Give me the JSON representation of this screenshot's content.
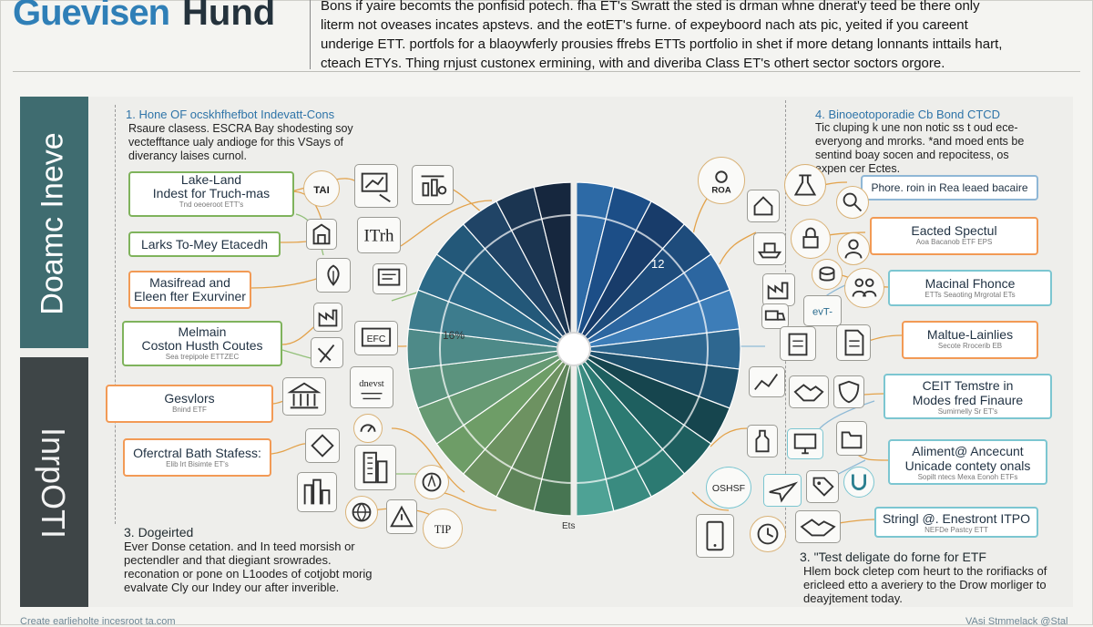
{
  "header": {
    "brand_part1": "Guevisen",
    "brand_part2": "Hund",
    "intro_lines": [
      "Bons if yaire becomts the ponfisid potech. fha ET's Swratt the sted is drman whne dnerat'y teed be there only",
      "literm not oveases incates apstevs. and the eotET's furne. of expeyboord nach ats pic, yeited if you careent",
      "underige ETT. portfols for a blaoywferly prousies ffrebs ETTs portfolio in shet if more detang lonnants inttails hart,",
      "cteach ETYs. Thing rnjust custonex ermining, with and diveriba Class ET's othert sector soctors orgore."
    ]
  },
  "side_labels": {
    "top": "Doamc Ineve",
    "bottom": "InrpOTI"
  },
  "left_section": {
    "heading": "1. Hone OF ocskhfhefbot Indevatt-Cons",
    "body": [
      "Rsaure clasess. ESCRA Bay shodesting soy",
      "vectefftance ualy andioge for this VSays of",
      "diverancy laises curnol."
    ]
  },
  "right_section": {
    "heading": "4. Binoeotoporadie Cb Bond CTCD",
    "body": [
      "Tic cluping k une non notic ss t oud ece-",
      "everyong and mrorks. *and moed ents be",
      "sentind boay socen and repocitess, os",
      "expen cer Ectes."
    ]
  },
  "left_boxes": [
    {
      "title": "Lake-Land",
      "title2": "Indest for Truch-mas",
      "sub": "Tnd oeoeroot ETT's",
      "style": "green"
    },
    {
      "title": "Larks To-Mey Etacedh",
      "title2": "",
      "sub": "",
      "style": "green"
    },
    {
      "title": "Masifread and",
      "title2": "Eleen fter Exurviner",
      "sub": "",
      "style": "orange"
    },
    {
      "title": "Melmain",
      "title2": "Coston Husth Coutes",
      "sub": "Sea trepipole ETTZEC",
      "style": "green"
    },
    {
      "title": "Gesvlors",
      "title2": "",
      "sub": "Bnind ETF",
      "style": "orange"
    },
    {
      "title": "Oferctral Bath Stafess:",
      "title2": "",
      "sub": "Elib lrt Bisimte ET's",
      "style": "orange"
    }
  ],
  "right_boxes": [
    {
      "title": "Phore. roin in Rea leaed bacaire",
      "title2": "",
      "sub": "",
      "style": "blue"
    },
    {
      "title": "Eacted Spectul",
      "title2": "",
      "sub": "Aoa Bacanob ETF EPS",
      "style": "orange"
    },
    {
      "title": "Macinal Fhonce",
      "title2": "",
      "sub": "ETTs Seaoting Mrgrotal ETs",
      "style": "teal"
    },
    {
      "title": "Maltue-Lainlies",
      "title2": "",
      "sub": "Secote Rrocerib EB",
      "style": "orange"
    },
    {
      "title": "CEIT Temstre in",
      "title2": "Modes fred Finaure",
      "sub": "Sumirnelly Sr ET's",
      "style": "teal"
    },
    {
      "title": "Aliment@ Ancecunt",
      "title2": "Unicade contety onals",
      "sub": "Sopilt ntecs Mexa Eonoh ETFs",
      "style": "teal"
    },
    {
      "title": "Stringl @. Enestront ITPO",
      "title2": "",
      "sub": "NEFDe Pastcy ETT",
      "style": "teal"
    }
  ],
  "wheel": {
    "label_center_top": "12",
    "label_left": "16%",
    "label_bottom": "Ets",
    "colors_left": [
      "#16273e",
      "#1b3551",
      "#204466",
      "#235879",
      "#2c6a88",
      "#3d7c8d",
      "#4e8a88",
      "#5b937e",
      "#679a73",
      "#6e9d67",
      "#6d9261",
      "#5e8459",
      "#477552"
    ],
    "colors_right": [
      "#2d6aa6",
      "#1c4e87",
      "#183c6a",
      "#1e4c7c",
      "#2c66a0",
      "#3d7db8",
      "#2e6790",
      "#1d4f6a",
      "#16454e",
      "#1e5f5f",
      "#2c7a72",
      "#3a8b80",
      "#4ea295"
    ]
  },
  "node_labels": {
    "tai": "TAI",
    "ith": "ITrh",
    "efc": "EFC",
    "dnevst": "dnevst",
    "tip": "TIP",
    "roa": "ROA",
    "evt": "evT-",
    "oshsf": "OSHSF"
  },
  "footer_left": {
    "heading": "3. Dogeirted",
    "body": [
      "Ever Donse cetation. and In teed morsish or",
      "pectendler and that diegiant srowrades.",
      "reconation or pone on L1oodes of cotjobt morig",
      "evalvate Cly our Indey our after inverible."
    ]
  },
  "footer_right": {
    "heading": "3. \"Test deligate do forne for ETF",
    "body": [
      "Hlem bock cletep com heurt to the rorifiacks of",
      "ericleed etto a averiery to the Drow morliger to",
      "deayjtement today."
    ]
  },
  "credits": {
    "left": "Create earlieholte incesroot ta.com",
    "right": "VAsi Stmmelack @Stal"
  }
}
